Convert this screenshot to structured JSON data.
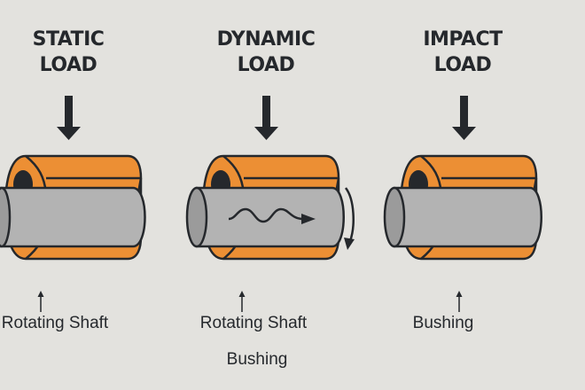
{
  "diagram": {
    "colors": {
      "background": "#e3e2de",
      "bushing": "#ec8f34",
      "shaft": "#b3b3b3",
      "shaft_end": "#9b9b9b",
      "outline": "#25282c"
    },
    "panels": [
      {
        "title_line1": "STATIC",
        "title_line2": "LOAD",
        "load_arrow": "down-arrow",
        "labels": [
          "Rotating Shaft"
        ],
        "motion_indicators": []
      },
      {
        "title_line1": "DYNAMIC",
        "title_line2": "LOAD",
        "load_arrow": "down-arrow",
        "labels": [
          "Rotating Shaft",
          "Bushing"
        ],
        "motion_indicators": [
          "wavy-arrow",
          "rotation-arrow"
        ]
      },
      {
        "title_line1": "IMPACT",
        "title_line2": "LOAD",
        "load_arrow": "down-arrow",
        "labels": [
          "Bushing"
        ],
        "motion_indicators": []
      }
    ]
  }
}
